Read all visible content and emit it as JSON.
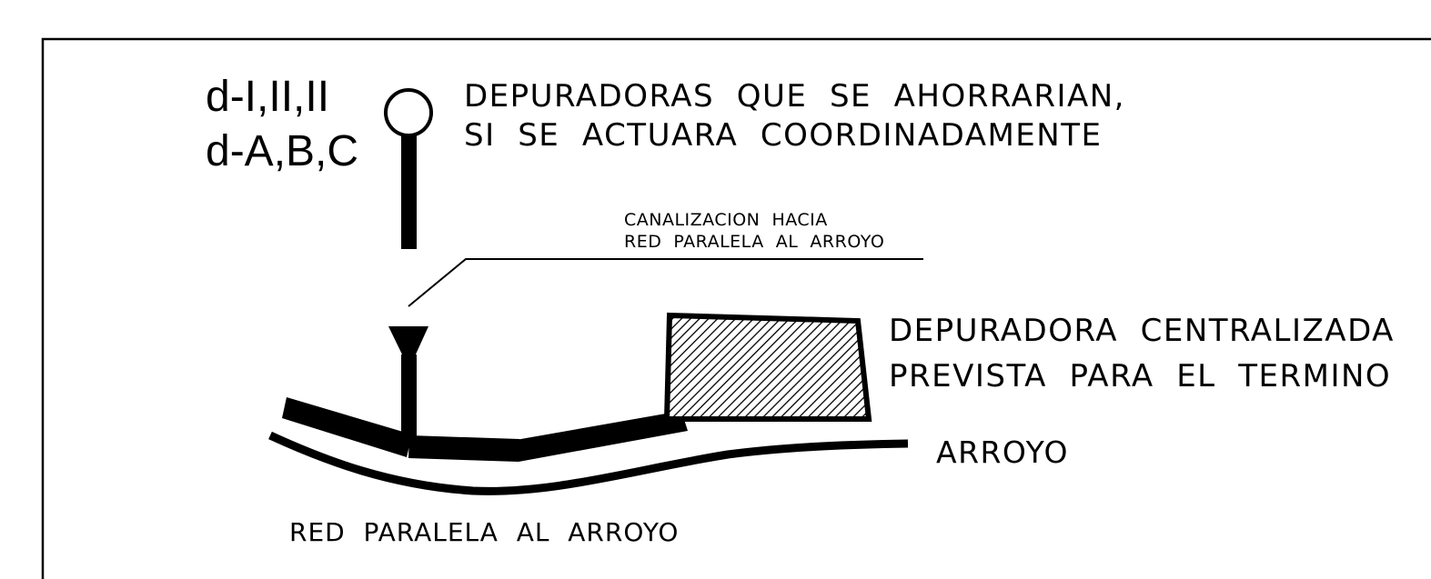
{
  "legend": {
    "code_line_1": "d-I,II,II",
    "code_line_2": "d-A,B,C",
    "description_line_1": "DEPURADORAS  QUE  SE  AHORRARIAN,",
    "description_line_2": "SI  SE  ACTUARA  COORDINADAMENTE"
  },
  "callout": {
    "line_1": "CANALIZACION  HACIA",
    "line_2": "RED  PARALELA  AL  ARROYO"
  },
  "plant": {
    "line_1": "DEPURADORA  CENTRALIZADA",
    "line_2": "PREVISTA  PARA  EL  TERMINO"
  },
  "stream_label": "ARROYO",
  "network_label": "RED  PARALELA  AL  ARROYO",
  "colors": {
    "ink": "#000000",
    "paper": "#ffffff"
  }
}
